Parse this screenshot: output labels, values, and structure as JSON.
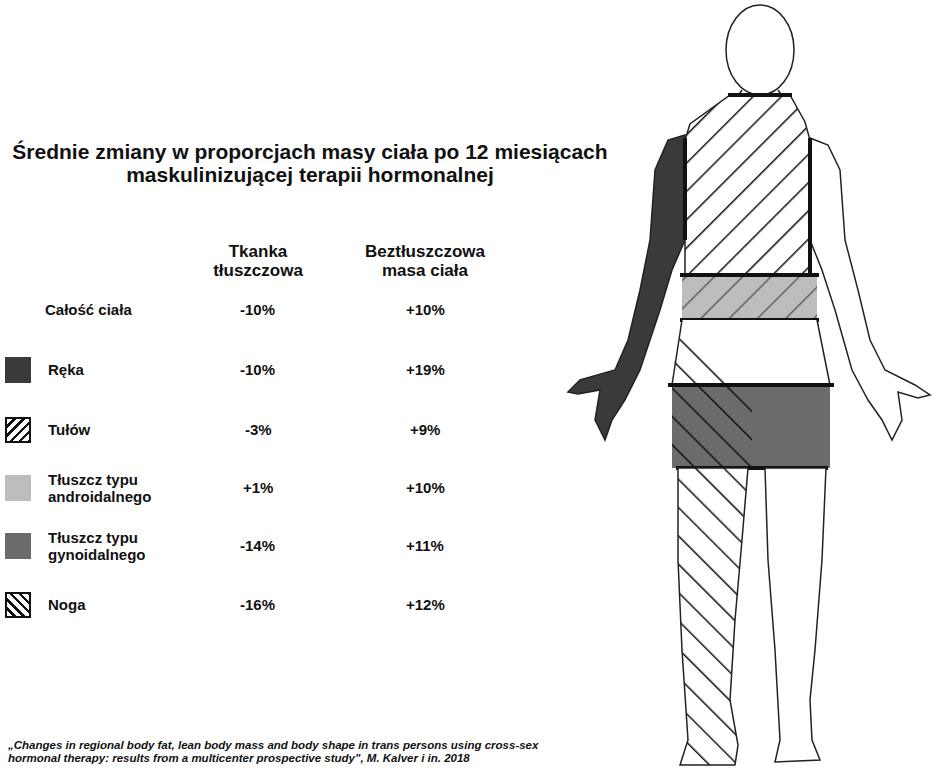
{
  "diagram": {
    "title": "Średnie zmiany w proporcjach masy ciała po 12 miesiącach maskulinizującej terapii hormonalnej",
    "caption": "„Changes in regional body fat, lean body mass and body shape in trans persons using cross-sex hormonal therapy: results from a multicenter prospective study\", M. Kalver i in. 2018",
    "labels": [
      "Tkanka tłuszczowa",
      "Beztłuszczowa masa ciała",
      "Całość ciała",
      "-10%",
      "+10%",
      "-10%",
      "+19%",
      "-3%",
      "+9%",
      "+1%",
      "+10%",
      "-14%",
      "+11%",
      "-16%",
      "+12%"
    ],
    "legend": [
      {
        "text": "Ręka",
        "color": "#3a3a3a"
      },
      {
        "text": "Tułów"
      },
      {
        "text": "Tłuszcz typu androidalnego",
        "color": "#bdbdbd"
      },
      {
        "text": "Tłuszcz typu gynoidalnego",
        "color": "#6b6b6b"
      },
      {
        "text": "Noga"
      }
    ]
  }
}
